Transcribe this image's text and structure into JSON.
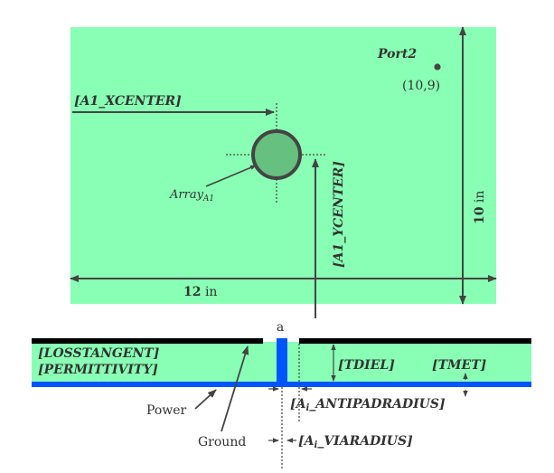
{
  "colors": {
    "board": "#88ffb4",
    "ink": "#444444",
    "metal_top": "#000000",
    "metal_bottom": "#0055ff",
    "via": "#0055ff",
    "via_pad_fill": "#66c080"
  },
  "top_view": {
    "port_label": "Port2",
    "port_coord": "(10,9)",
    "x_param": "[A1_XCENTER]",
    "y_param": "[A1_YCENTER]",
    "array_label_main": "Array",
    "array_label_sub": "A1",
    "width_value": "12",
    "width_unit": "in",
    "height_value": "10",
    "height_unit": "in"
  },
  "cross_section": {
    "title": "a",
    "loss_tangent": "[LOSSTANGENT]",
    "permittivity": "[PERMITTIVITY]",
    "tdiel": "[TDIEL]",
    "tmet": "[TMET]",
    "antipad": "[A_i_ANTIPADRADIUS]",
    "antipad_prefix": "[A",
    "antipad_sub": "i",
    "antipad_rest": "_ANTIPADRADIUS]",
    "viaradius": "[A_i_VIARADIUS]",
    "via_prefix": "[A",
    "via_sub": "i",
    "via_rest": "_VIARADIUS]",
    "power_label": "Power",
    "ground_label": "Ground"
  }
}
